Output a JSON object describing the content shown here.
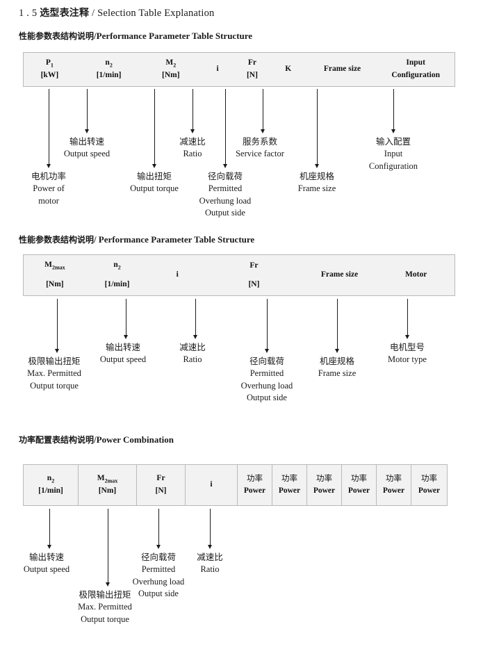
{
  "document": {
    "title_number": "1 . 5",
    "title_cn": "选型表注释",
    "title_sep": "/",
    "title_en": "Selection Table Explanation"
  },
  "sections": [
    {
      "heading_cn": "性能参数表结构说明",
      "heading_sep": "/",
      "heading_en": "Performance Parameter Table Structure",
      "table": {
        "columns": [
          {
            "symbol": "P",
            "subscript": "1",
            "unit": "[kW]"
          },
          {
            "symbol": "n",
            "subscript": "2",
            "unit": "[1/min]"
          },
          {
            "symbol": "M",
            "subscript": "2",
            "unit": "[Nm]"
          },
          {
            "symbol": "i",
            "subscript": "",
            "unit": ""
          },
          {
            "symbol": "Fr",
            "subscript": "",
            "unit": "[N]"
          },
          {
            "symbol": "K",
            "subscript": "",
            "unit": ""
          },
          {
            "symbol": "Frame size",
            "subscript": "",
            "unit": ""
          },
          {
            "symbol": "Input",
            "subscript": "",
            "unit": "Configuration"
          }
        ]
      },
      "annotations": [
        {
          "cn": "电机功率",
          "en": [
            "Power of",
            "motor"
          ]
        },
        {
          "cn": "输出转速",
          "en": [
            "Output speed"
          ]
        },
        {
          "cn": "输出扭矩",
          "en": [
            "Output torque"
          ]
        },
        {
          "cn": "减速比",
          "en": [
            "Ratio"
          ]
        },
        {
          "cn": "径向载荷",
          "en": [
            "Permitted",
            "Overhung load",
            "Output side"
          ]
        },
        {
          "cn": "服务系数",
          "en": [
            "Service factor"
          ]
        },
        {
          "cn": "机座规格",
          "en": [
            "Frame size"
          ]
        },
        {
          "cn": "输入配置",
          "en": [
            "Input",
            "Configuration"
          ]
        }
      ]
    },
    {
      "heading_cn": "性能参数表结构说明",
      "heading_sep": "/",
      "heading_en": "Performance Parameter Table Structure",
      "table": {
        "columns": [
          {
            "symbol": "M",
            "subscript": "2max",
            "unit": "[Nm]"
          },
          {
            "symbol": "n",
            "subscript": "2",
            "unit": "[1/min]"
          },
          {
            "symbol": "i",
            "subscript": "",
            "unit": ""
          },
          {
            "symbol": "Fr",
            "subscript": "",
            "unit": "[N]"
          },
          {
            "symbol": "Frame size",
            "subscript": "",
            "unit": ""
          },
          {
            "symbol": "Motor",
            "subscript": "",
            "unit": ""
          }
        ]
      },
      "annotations": [
        {
          "cn": "极限输出扭矩",
          "en": [
            "Max. Permitted",
            "Output  torque"
          ]
        },
        {
          "cn": "输出转速",
          "en": [
            "Output speed"
          ]
        },
        {
          "cn": "减速比",
          "en": [
            "Ratio"
          ]
        },
        {
          "cn": "径向载荷",
          "en": [
            "Permitted",
            "Overhung load",
            "Output side"
          ]
        },
        {
          "cn": "机座规格",
          "en": [
            "Frame size"
          ]
        },
        {
          "cn": "电机型号",
          "en": [
            "Motor type"
          ]
        }
      ]
    },
    {
      "heading_cn": "功率配置表结构说明",
      "heading_sep": "/",
      "heading_en": "Power Combination",
      "table": {
        "columns": [
          {
            "symbol": "n",
            "subscript": "2",
            "unit": "[1/min]"
          },
          {
            "symbol": "M",
            "subscript": "2max",
            "unit": "[Nm]"
          },
          {
            "symbol": "Fr",
            "subscript": "",
            "unit": "[N]"
          },
          {
            "symbol": "i",
            "subscript": "",
            "unit": ""
          },
          {
            "symbol_cn": "功率",
            "unit": "Power"
          },
          {
            "symbol_cn": "功率",
            "unit": "Power"
          },
          {
            "symbol_cn": "功率",
            "unit": "Power"
          },
          {
            "symbol_cn": "功率",
            "unit": "Power"
          },
          {
            "symbol_cn": "功率",
            "unit": "Power"
          },
          {
            "symbol_cn": "功率",
            "unit": "Power"
          }
        ]
      },
      "annotations": [
        {
          "cn": "输出转速",
          "en": [
            "Output speed"
          ]
        },
        {
          "cn": "极限输出扭矩",
          "en": [
            "Max. Permitted",
            "Output  torque"
          ]
        },
        {
          "cn": "径向载荷",
          "en": [
            "Permitted",
            "Overhung load",
            "Output side"
          ]
        },
        {
          "cn": "减速比",
          "en": [
            "Ratio"
          ]
        }
      ]
    }
  ]
}
